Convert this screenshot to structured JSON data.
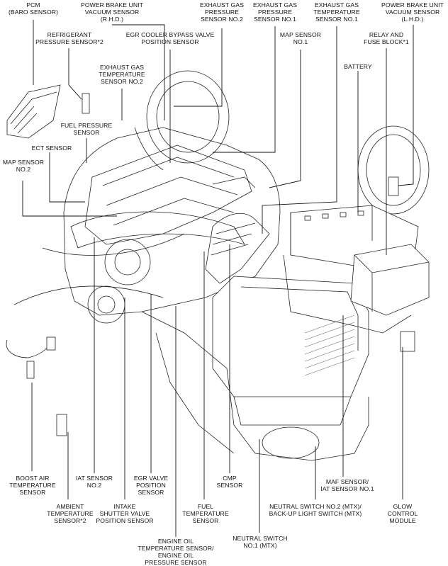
{
  "labels": {
    "pcm": "PCM\n(BARO SENSOR)",
    "pbu_rhd": "POWER BRAKE UNIT\nVACUUM SENSOR\n(R.H.D.)",
    "egp2": "EXHAUST GAS\nPRESSURE\nSENSOR NO.2",
    "egp1": "EXHAUST GAS\nPRESSURE\nSENSOR NO.1",
    "egt1": "EXHAUST GAS\nTEMPERATURE\nSENSOR NO.1",
    "pbu_lhd": "POWER BRAKE UNIT\nVACUUM SENSOR\n(L.H.D.)",
    "refrigerant": "REFRIGERANT\nPRESSURE SENSOR*2",
    "egr_bypass": "EGR COOLER BYPASS VALVE\nPOSITION SENSOR",
    "map1": "MAP SENSOR\nNO.1",
    "relay": "RELAY AND\nFUSE BLOCK*1",
    "egt2": "EXHAUST GAS\nTEMPERATURE\nSENSOR NO.2",
    "battery": "BATTERY",
    "fuel_pressure": "FUEL PRESSURE\nSENSOR",
    "ect": "ECT SENSOR",
    "map2": "MAP SENSOR\nNO.2",
    "boost_air": "BOOST AIR\nTEMPERATURE\nSENSOR",
    "iat2": "IAT SENSOR\nNO.2",
    "egr_valve": "EGR VALVE\nPOSITION\nSENSOR",
    "cmp": "CMP\nSENSOR",
    "maf": "MAF SENSOR/\nIAT SENSOR NO.1",
    "ambient": "AMBIENT\nTEMPERATURE\nSENSOR*2",
    "intake_shutter": "INTAKE\nSHUTTER VALVE\nPOSITION SENSOR",
    "fuel_temp": "FUEL\nTEMPERATURE\nSENSOR",
    "neutral2": "NEUTRAL SWITCH NO.2 (MTX)/\nBACK-UP LIGHT SWITCH (MTX)",
    "glow": "GLOW\nCONTROL\nMODULE",
    "engine_oil": "ENGINE OIL\nTEMPERATURE SENSOR/\nENGINE OIL\nPRESSURE SENSOR",
    "neutral1": "NEUTRAL SWITCH\nNO.1 (MTX)"
  }
}
